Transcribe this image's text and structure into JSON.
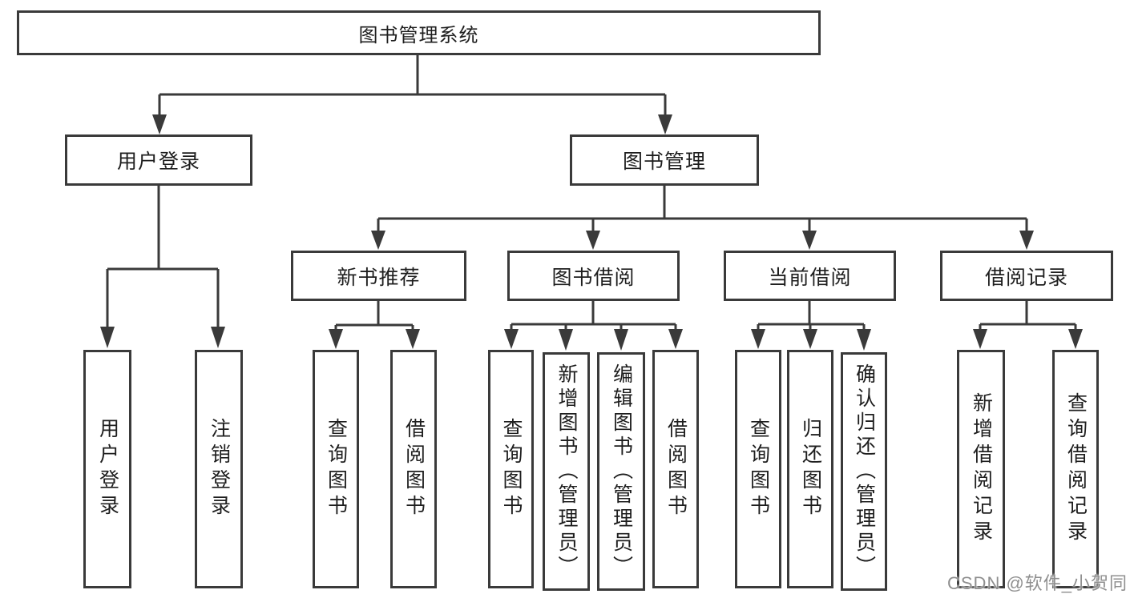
{
  "colors": {
    "line": "#3a3a3a",
    "text": "#1e1e1e",
    "background": "#ffffff",
    "watermark_text": "#8f8f8f"
  },
  "watermark": {
    "text": "CSDN @软件_小贺同学"
  },
  "nodes": {
    "root": {
      "label": "图书管理系统"
    },
    "user_login": {
      "label": "用户登录"
    },
    "book_mgmt": {
      "label": "图书管理"
    },
    "new_book_rec": {
      "label": "新书推荐"
    },
    "book_borrow": {
      "label": "图书借阅"
    },
    "current_borrow": {
      "label": "当前借阅"
    },
    "borrow_record": {
      "label": "借阅记录"
    },
    "leaf_user_login": {
      "label": "用户登录"
    },
    "leaf_logout": {
      "label": "注销登录"
    },
    "leaf_query_book_a": {
      "label": "查询图书"
    },
    "leaf_borrow_book_a": {
      "label": "借阅图书"
    },
    "leaf_query_book_b": {
      "label": "查询图书"
    },
    "leaf_add_book": {
      "label": "新增图书（管理员）"
    },
    "leaf_edit_book": {
      "label": "编辑图书（管理员）"
    },
    "leaf_borrow_book_b": {
      "label": "借阅图书"
    },
    "leaf_query_book_c": {
      "label": "查询图书"
    },
    "leaf_return_book": {
      "label": "归还图书"
    },
    "leaf_confirm_return": {
      "label": "确认归还（管理员）"
    },
    "leaf_add_record": {
      "label": "新增借阅记录"
    },
    "leaf_query_record": {
      "label": "查询借阅记录"
    }
  }
}
